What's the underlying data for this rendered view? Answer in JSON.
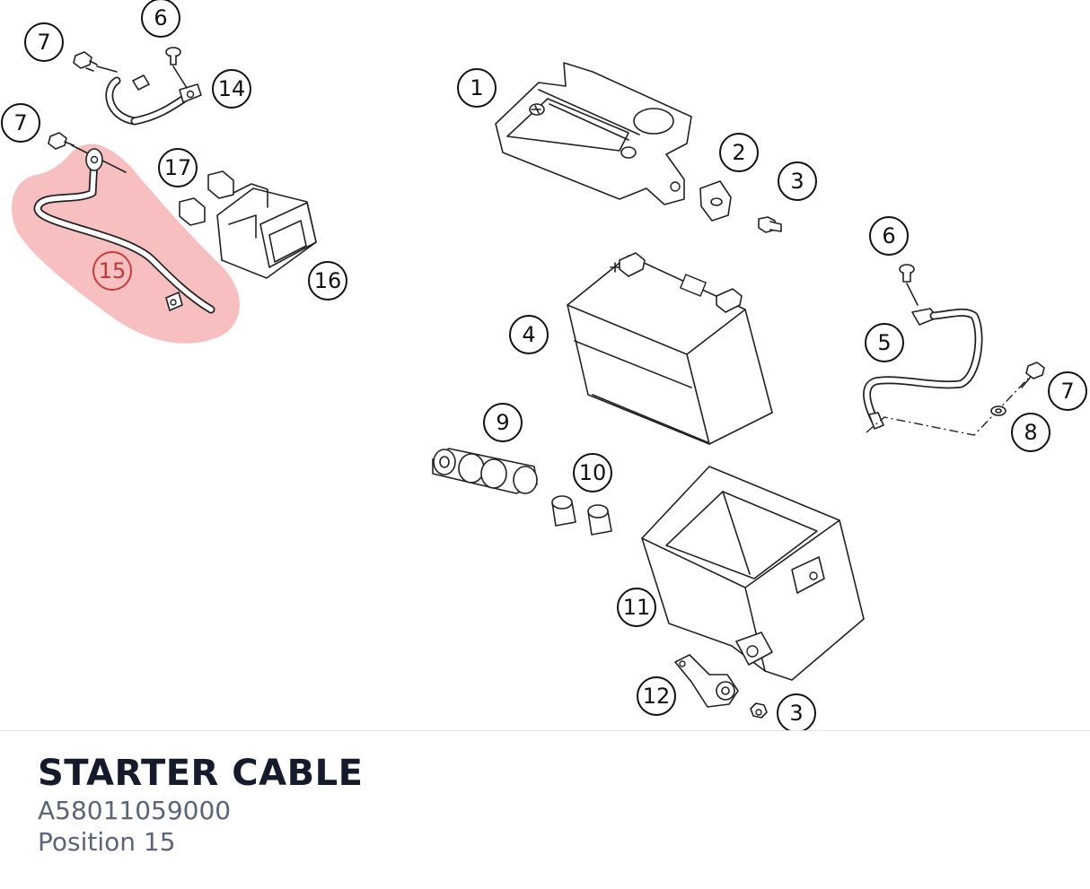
{
  "selected_part": {
    "name": "STARTER CABLE",
    "part_number": "A58011059000",
    "position_label": "Position 15",
    "position": "15",
    "highlight_color": "#f08a8a"
  },
  "callouts": [
    "7",
    "6",
    "14",
    "7",
    "17",
    "15",
    "16",
    "1",
    "2",
    "3",
    "6",
    "4",
    "5",
    "7",
    "8",
    "9",
    "10",
    "11",
    "12",
    "3"
  ]
}
